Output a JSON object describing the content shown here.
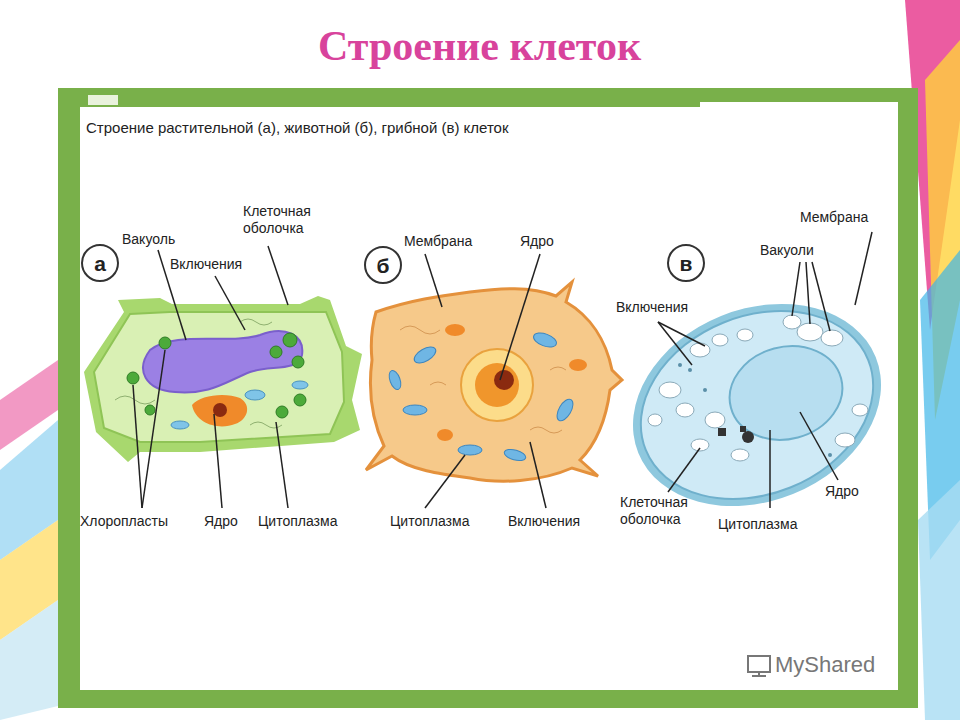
{
  "diagram": {
    "title": "Строение клеток",
    "caption": "Строение растительной (а), животной (б), грибной (в) клеток",
    "nodes": [
      {
        "text": [
          "а"
        ]
      },
      {
        "text": [
          "б"
        ]
      },
      {
        "text": [
          "в"
        ]
      }
    ],
    "labels": [
      "Клеточная оболочка",
      "Вакуоль",
      "Включения",
      "Хлоропласты",
      "Ядро",
      "Цитоплазма",
      "Мембрана",
      "Ядро",
      "Цитоплазма",
      "Включения",
      "Мембрана",
      "Вакуоли",
      "Включения",
      "Клеточная оболочка",
      "Цитоплазма",
      "Ядро",
      "MyShared"
    ]
  }
}
